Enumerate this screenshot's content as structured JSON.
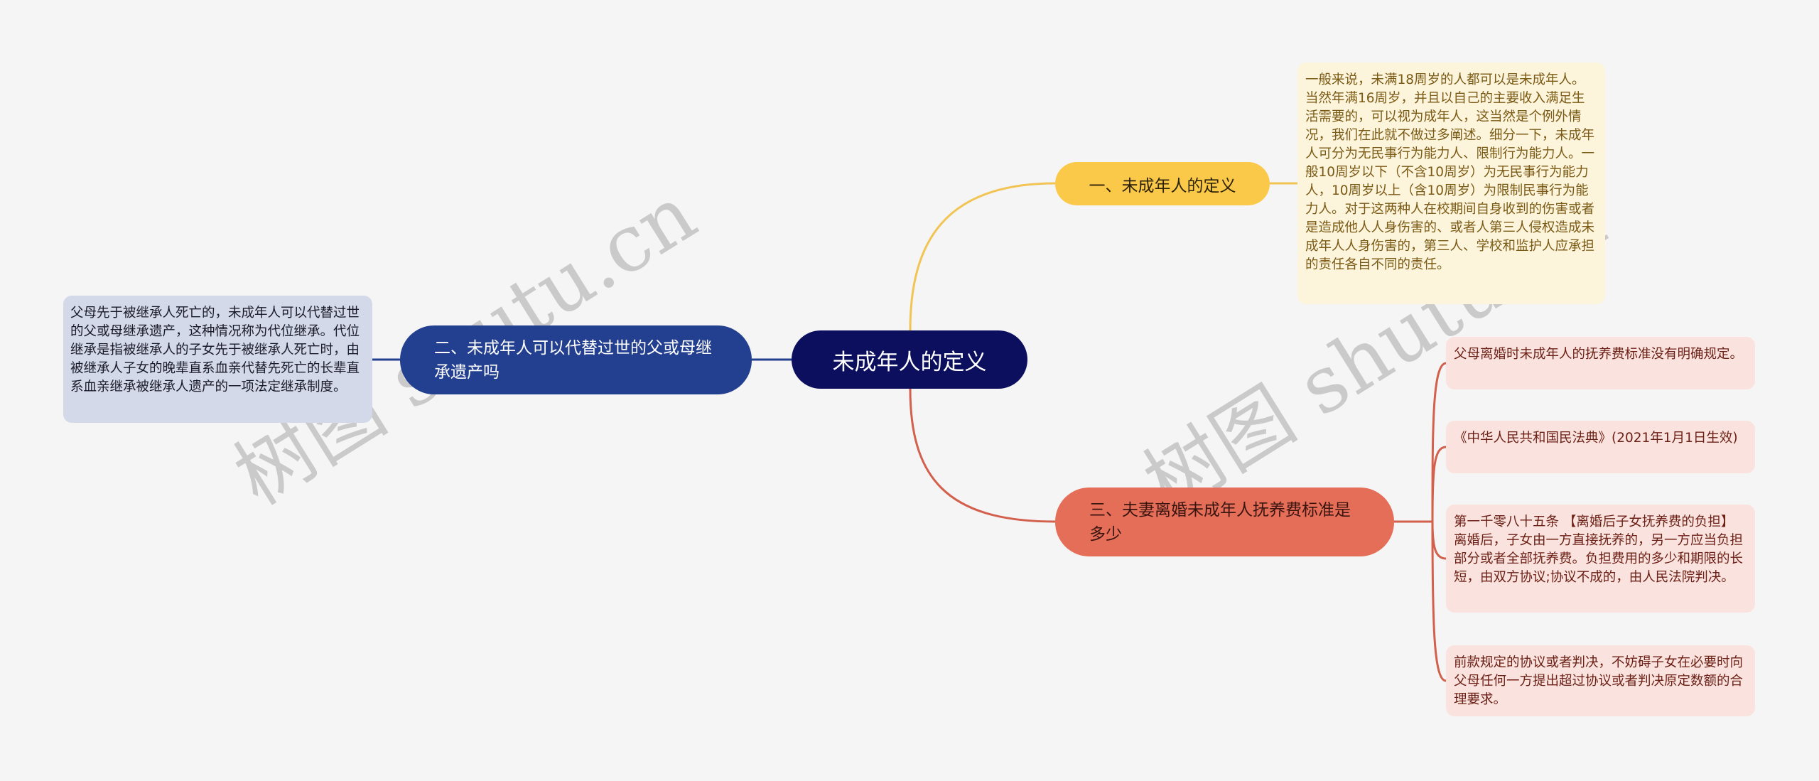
{
  "mindmap": {
    "root": {
      "label": "未成年人的定义",
      "color": "#0b0f5e"
    },
    "branches": [
      {
        "label": "一、未成年人的定义",
        "color": "#fbc94a",
        "notes": [
          "一般来说，未满18周岁的人都可以是未成年人。当然年满16周岁，并且以自己的主要收入满足生活需要的，可以视为成年人，这当然是个例外情况，我们在此就不做过多阐述。细分一下，未成年人可分为无民事行为能力人、限制行为能力人。一般10周岁以下（不含10周岁）为无民事行为能力人，10周岁以上（含10周岁）为限制民事行为能力人。对于这两种人在校期间自身收到的伤害或者是造成他人人身伤害的、或者人第三人侵权造成未成年人人身伤害的，第三人、学校和监护人应承担的责任各自不同的责任。"
        ]
      },
      {
        "label": "二、未成年人可以代替过世的父或母继承遗产吗",
        "color": "#233f8f",
        "notes": [
          "父母先于被继承人死亡的，未成年人可以代替过世的父或母继承遗产，这种情况称为代位继承。代位继承是指被继承人的子女先于被继承人死亡时，由被继承人子女的晚辈直系血亲代替先死亡的长辈直系血亲继承被继承人遗产的一项法定继承制度。"
        ]
      },
      {
        "label": "三、夫妻离婚未成年人抚养费标准是多少",
        "color": "#e56e58",
        "notes": [
          "父母离婚时未成年人的抚养费标准没有明确规定。",
          "《中华人民共和国民法典》(2021年1月1日生效)",
          "第一千零八十五条 【离婚后子女抚养费的负担】离婚后，子女由一方直接抚养的，另一方应当负担部分或者全部抚养费。负担费用的多少和期限的长短，由双方协议;协议不成的，由人民法院判决。",
          "前款规定的协议或者判决，不妨碍子女在必要时向父母任何一方提出超过协议或者判决原定数额的合理要求。"
        ]
      }
    ]
  },
  "watermark": {
    "text": "树图 shutu.cn"
  }
}
